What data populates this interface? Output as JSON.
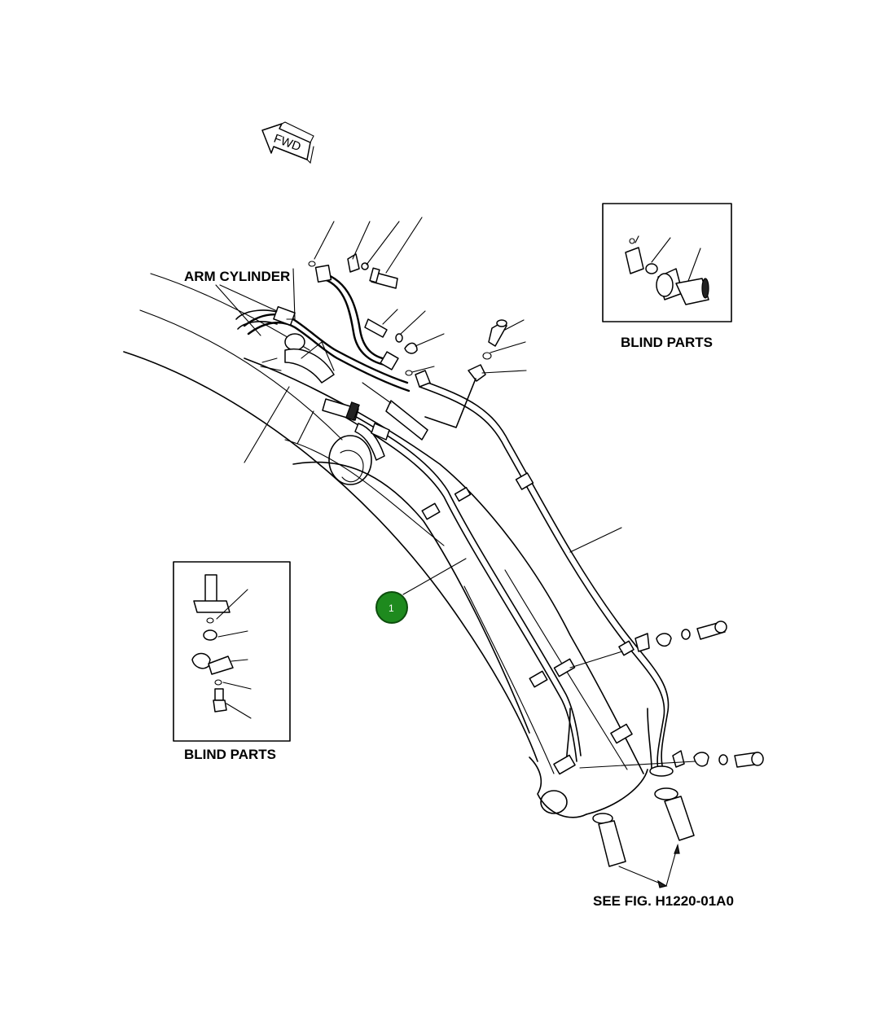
{
  "labels": {
    "fwd": "FWD",
    "arm_cylinder": "ARM CYLINDER",
    "blind_parts_top": "BLIND PARTS",
    "blind_parts_left": "BLIND PARTS",
    "see_fig": "SEE FIG. H1220-01A0"
  },
  "callouts": [
    {
      "number": "1",
      "color": "#1e8a1e"
    }
  ],
  "colors": {
    "line": "#000000",
    "background": "#ffffff",
    "callout_fill": "#1e8a1e",
    "callout_stroke": "#0d4d0d"
  }
}
